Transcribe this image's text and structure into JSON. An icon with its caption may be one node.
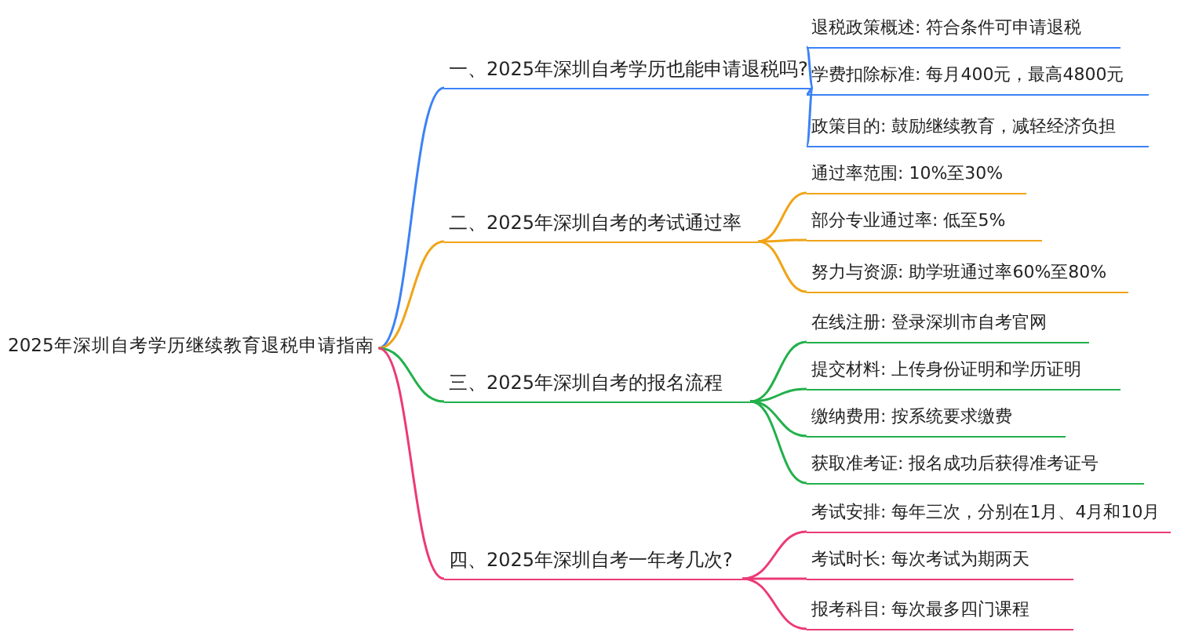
{
  "diagram": {
    "nodes": [
      {
        "text": [
          "2025年深圳自考学历继续教育退税申请指南"
        ]
      },
      {
        "text": [
          "一、2025年深圳自考学历也能申请退税吗?"
        ]
      },
      {
        "text": [
          "退税政策概述: 符合条件可申请退税"
        ]
      },
      {
        "text": [
          "学费扣除标准: 每月400元，最高4800元"
        ]
      },
      {
        "text": [
          "政策目的: 鼓励继续教育，减轻经济负担"
        ]
      },
      {
        "text": [
          "二、2025年深圳自考的考试通过率"
        ]
      },
      {
        "text": [
          "通过率范围: 10%至30%"
        ]
      },
      {
        "text": [
          "部分专业通过率: 低至5%"
        ]
      },
      {
        "text": [
          "努力与资源: 助学班通过率60%至80%"
        ]
      },
      {
        "text": [
          "三、2025年深圳自考的报名流程"
        ]
      },
      {
        "text": [
          "在线注册: 登录深圳市自考官网"
        ]
      },
      {
        "text": [
          "提交材料: 上传身份证明和学历证明"
        ]
      },
      {
        "text": [
          "缴纳费用: 按系统要求缴费"
        ]
      },
      {
        "text": [
          "获取准考证: 报名成功后获得准考证号"
        ]
      },
      {
        "text": [
          "四、2025年深圳自考一年考几次?"
        ]
      },
      {
        "text": [
          "考试安排: 每年三次，分别在1月、4月和10月"
        ]
      },
      {
        "text": [
          "考试时长: 每次考试为期两天"
        ]
      },
      {
        "text": [
          "报考科目: 每次最多四门课程"
        ]
      }
    ],
    "edges": [
      {
        "from": 0,
        "to": 1,
        "arrow": "none",
        "color": "#3b82f6"
      },
      {
        "from": 1,
        "to": 2,
        "arrow": "none",
        "color": "#3b82f6"
      },
      {
        "from": 1,
        "to": 3,
        "arrow": "none",
        "color": "#3b82f6"
      },
      {
        "from": 1,
        "to": 4,
        "arrow": "none",
        "color": "#3b82f6"
      },
      {
        "from": 0,
        "to": 5,
        "arrow": "none",
        "color": "#f0a418"
      },
      {
        "from": 5,
        "to": 6,
        "arrow": "none",
        "color": "#f0a418"
      },
      {
        "from": 5,
        "to": 7,
        "arrow": "none",
        "color": "#f0a418"
      },
      {
        "from": 5,
        "to": 8,
        "arrow": "none",
        "color": "#f0a418"
      },
      {
        "from": 0,
        "to": 9,
        "arrow": "none",
        "color": "#22b04b"
      },
      {
        "from": 9,
        "to": 10,
        "arrow": "none",
        "color": "#22b04b"
      },
      {
        "from": 9,
        "to": 11,
        "arrow": "none",
        "color": "#22b04b"
      },
      {
        "from": 9,
        "to": 12,
        "arrow": "none",
        "color": "#22b04b"
      },
      {
        "from": 9,
        "to": 13,
        "arrow": "none",
        "color": "#22b04b"
      },
      {
        "from": 0,
        "to": 14,
        "arrow": "none",
        "color": "#ec3a76"
      },
      {
        "from": 14,
        "to": 15,
        "arrow": "none",
        "color": "#ec3a76"
      },
      {
        "from": 14,
        "to": 16,
        "arrow": "none",
        "color": "#ec3a76"
      },
      {
        "from": 14,
        "to": 17,
        "arrow": "none",
        "color": "#ec3a76"
      }
    ]
  }
}
